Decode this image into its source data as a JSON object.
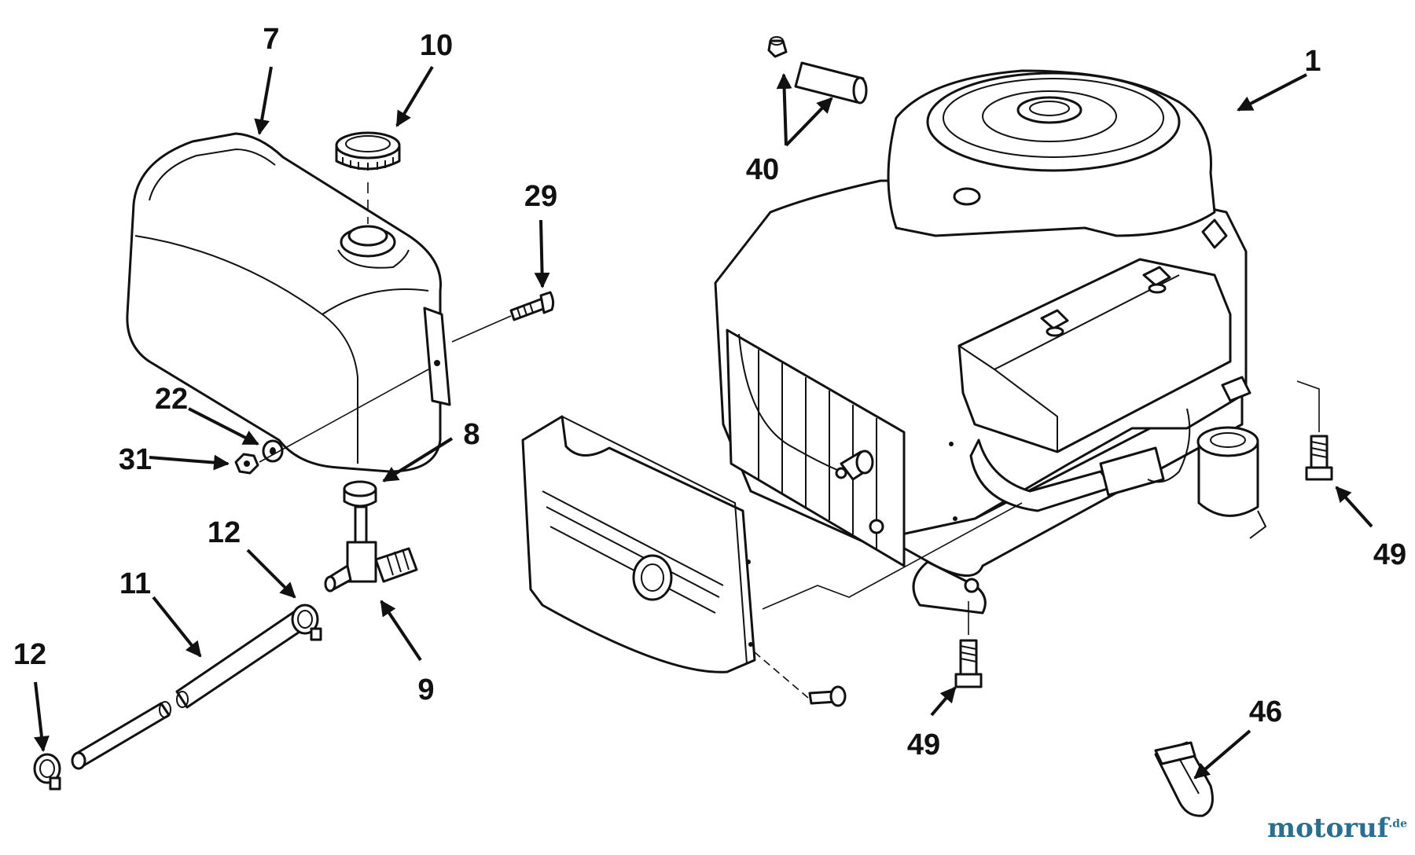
{
  "labels": {
    "engine": "1",
    "fuel_tank": "7",
    "fuel_cap": "10",
    "tank_screw": "29",
    "washer": "22",
    "nut": "31",
    "grommet": "8",
    "clamp_upper": "12",
    "clamp_lower": "12",
    "fuel_line": "11",
    "shutoff_valve": "9",
    "dipstick_tube": "40",
    "bolt_right": "49",
    "bolt_bottom": "49",
    "drain_valve": "46"
  },
  "watermark": {
    "text": "motoruf",
    "suffix": ".de"
  },
  "colors": {
    "ink": "#111111",
    "watermark": "#2a6f8f"
  }
}
